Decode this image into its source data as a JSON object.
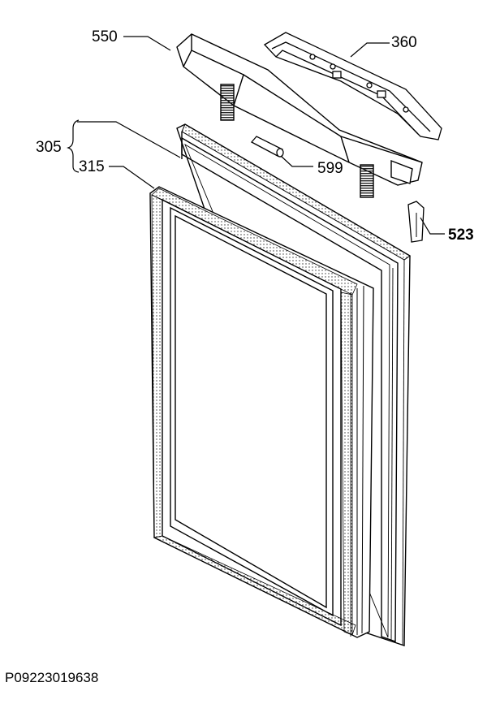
{
  "labels": {
    "part_550": "550",
    "part_360": "360",
    "part_305": "305",
    "part_315": "315",
    "part_599": "599",
    "part_523": "523"
  },
  "drawing_code": "P09223019638",
  "colors": {
    "line": "#000000",
    "background": "#ffffff",
    "hatch": "#555555"
  }
}
